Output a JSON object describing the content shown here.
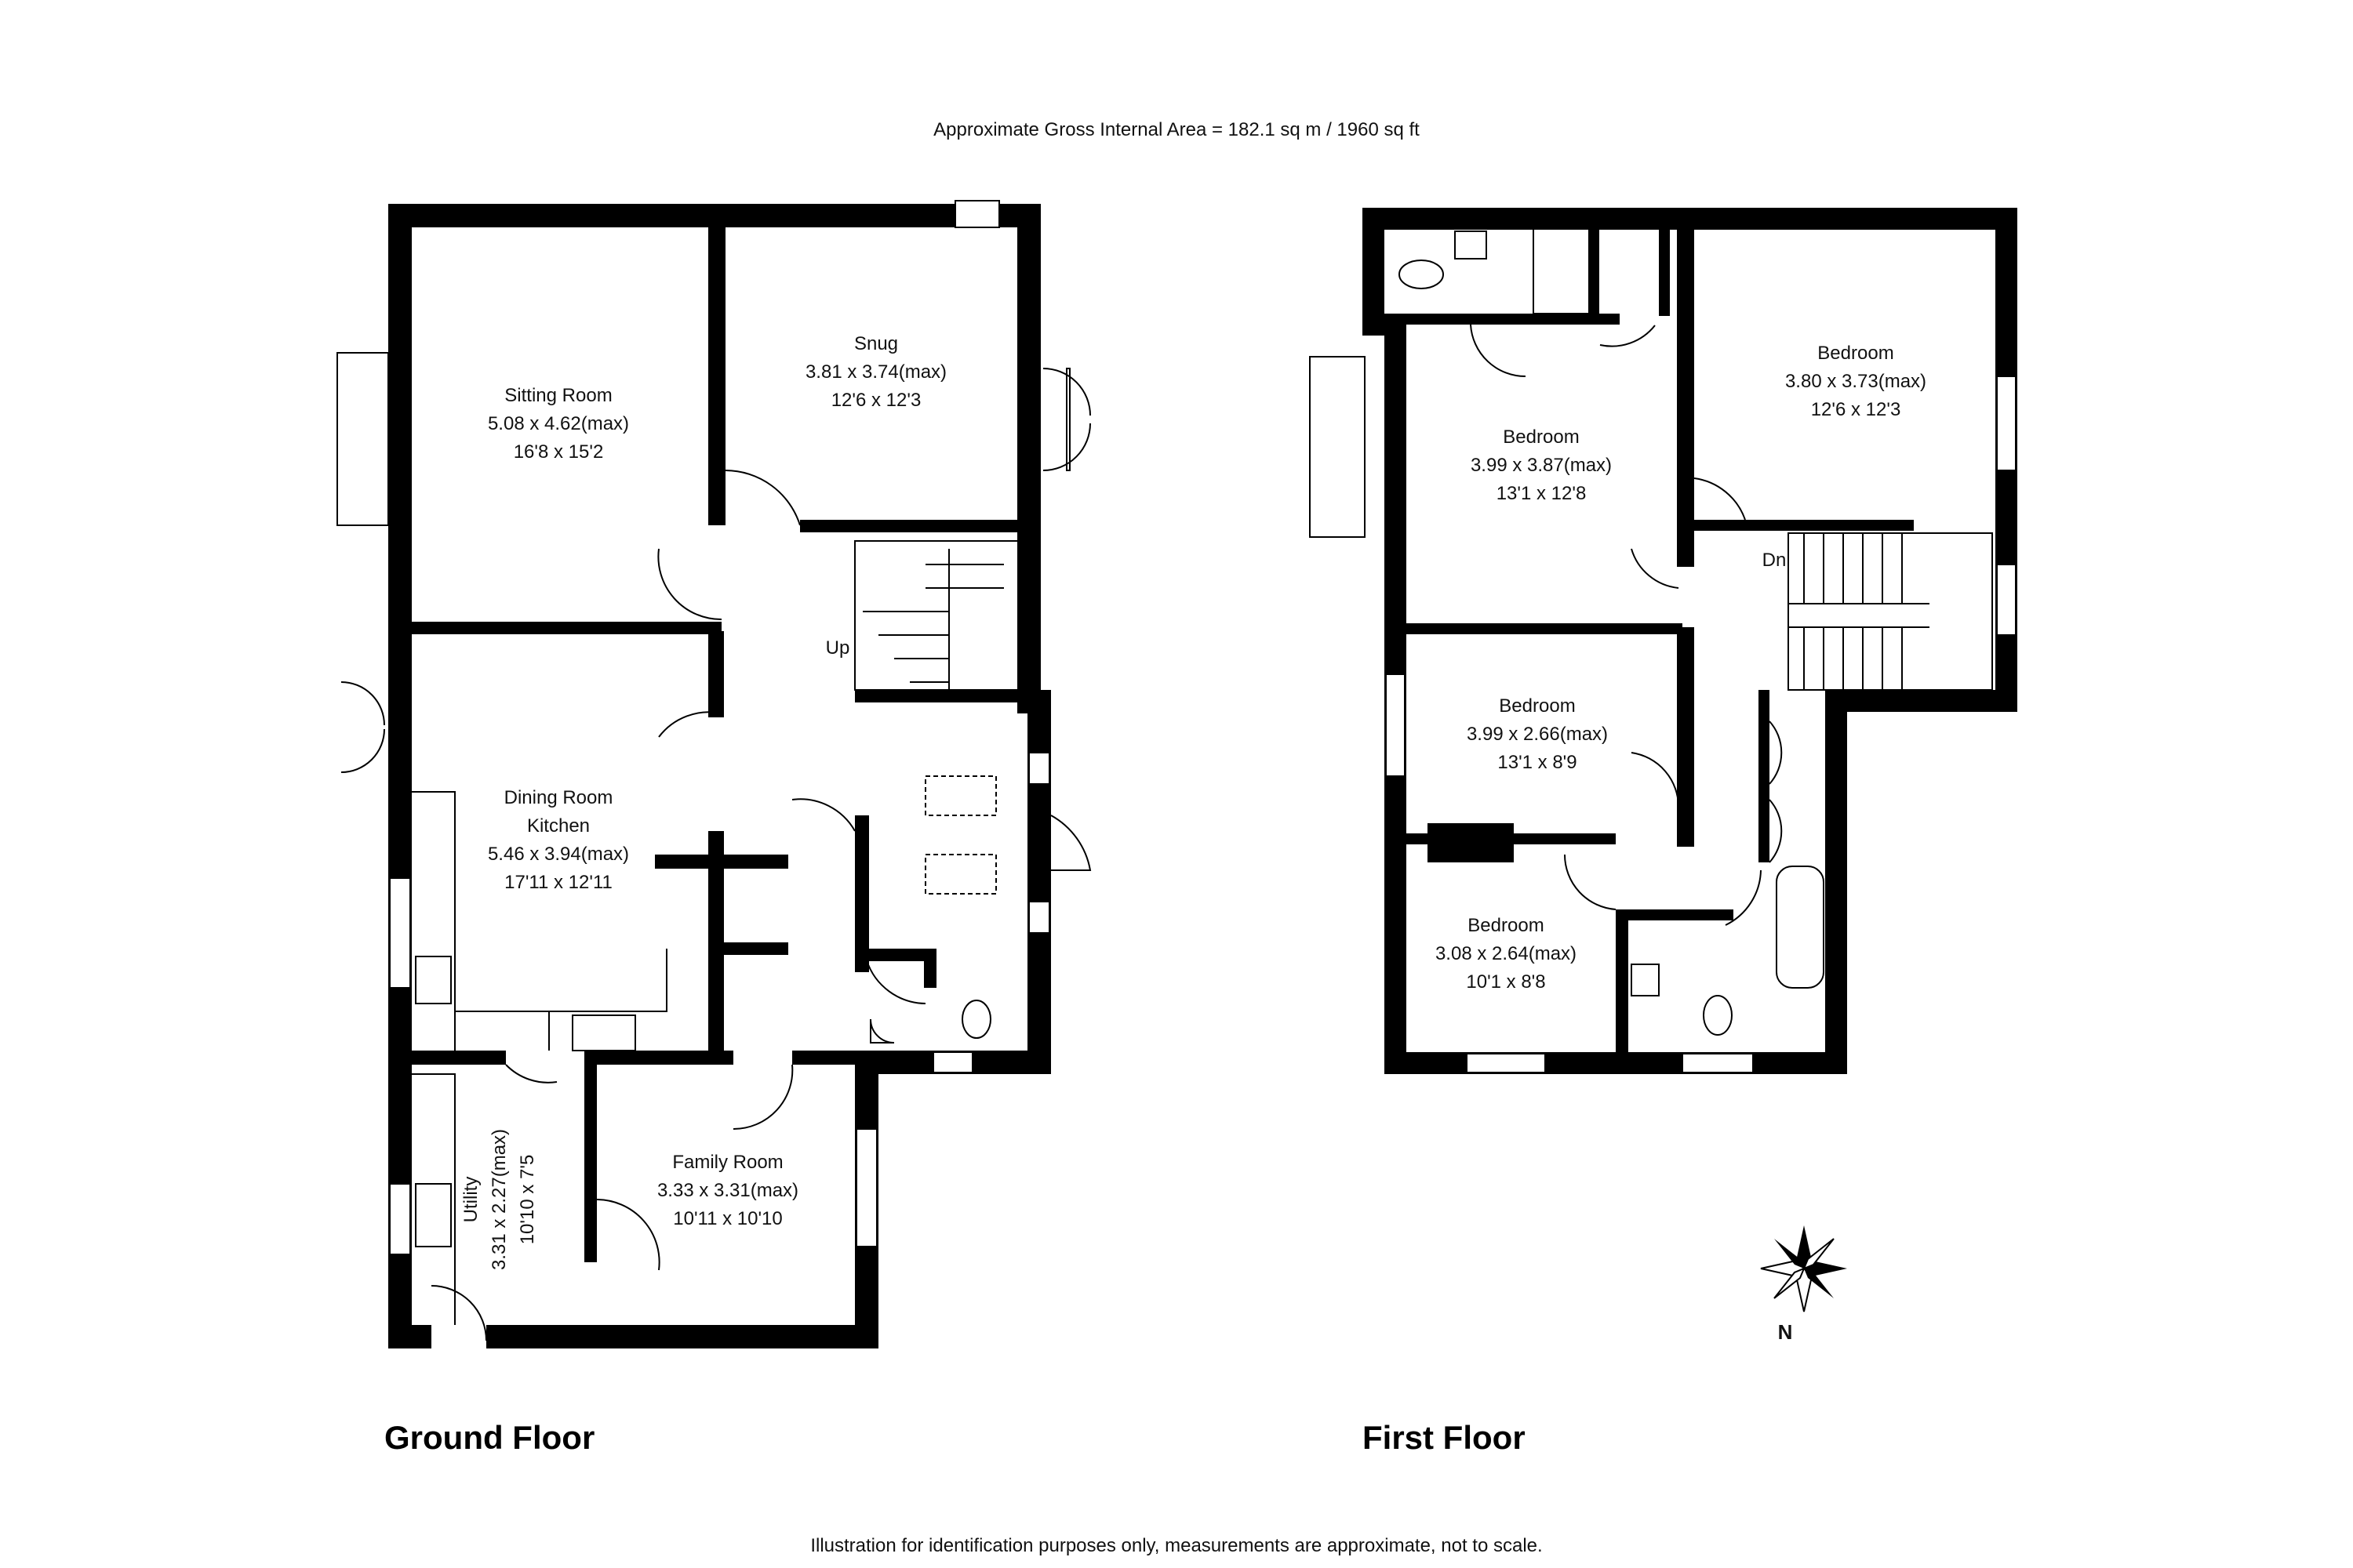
{
  "header": {
    "area": "Approximate Gross Internal Area = 182.1 sq m / 1960 sq ft"
  },
  "footer": {
    "disclaimer": "Illustration for identification purposes only, measurements are approximate, not to scale."
  },
  "floors": {
    "ground": "Ground Floor",
    "first": "First Floor"
  },
  "rooms": {
    "sitting": {
      "name": "Sitting Room",
      "metric": "5.08 x 4.62(max)",
      "imperial": "16'8 x 15'2"
    },
    "snug": {
      "name": "Snug",
      "metric": "3.81 x 3.74(max)",
      "imperial": "12'6 x 12'3"
    },
    "dining": {
      "name": "Dining Room",
      "name2": "Kitchen",
      "metric": "5.46 x 3.94(max)",
      "imperial": "17'11 x 12'11"
    },
    "family": {
      "name": "Family Room",
      "metric": "3.33 x 3.31(max)",
      "imperial": "10'11 x 10'10"
    },
    "utility": {
      "name": "Utility",
      "metric": "3.31 x 2.27(max)",
      "imperial": "10'10 x 7'5"
    },
    "bed1": {
      "name": "Bedroom",
      "metric": "3.99 x 3.87(max)",
      "imperial": "13'1 x 12'8"
    },
    "bed2": {
      "name": "Bedroom",
      "metric": "3.80 x 3.73(max)",
      "imperial": "12'6 x 12'3"
    },
    "bed3": {
      "name": "Bedroom",
      "metric": "3.99 x 2.66(max)",
      "imperial": "13'1 x 8'9"
    },
    "bed4": {
      "name": "Bedroom",
      "metric": "3.08 x 2.64(max)",
      "imperial": "10'1 x 8'8"
    }
  },
  "stairs": {
    "up": "Up",
    "down": "Dn"
  },
  "compass": {
    "north": "N"
  }
}
